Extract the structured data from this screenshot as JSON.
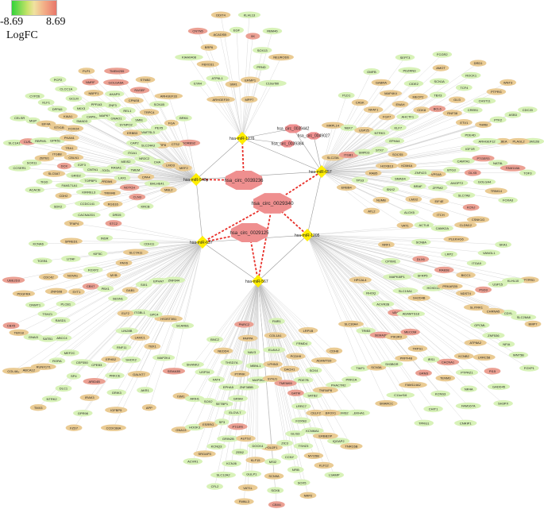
{
  "legend": {
    "min": "-8.69",
    "max": "8.69",
    "title": "LogFC"
  },
  "colors": {
    "circ": "#ef8f8f",
    "mirna": "#ffee00",
    "edge": "#bdbdbd",
    "edge_red": "#e8302a",
    "gene_green": "#d8f2b8",
    "gene_tan": "#eacb93",
    "gene_red": "#eba093"
  },
  "circrnas": [
    {
      "id": "hsa_circ_0029340",
      "key": "c340"
    },
    {
      "id": "hsa_circ_0029125",
      "key": "c125"
    },
    {
      "id": "hsa_circ_0039236",
      "key": "c236"
    },
    {
      "id": "hsa_circ_0039442",
      "key": "c442"
    },
    {
      "id": "hsa_circ_0039384",
      "key": "c384"
    },
    {
      "id": "hsa_circ_0049027",
      "key": "c027"
    }
  ],
  "mirnas": [
    {
      "id": "hsa-miR-1276",
      "key": "m1276"
    },
    {
      "id": "hsa-miR-548p",
      "key": "m548"
    },
    {
      "id": "hsa-miR-657",
      "key": "m657"
    },
    {
      "id": "hsa-miR-1205",
      "key": "m1205"
    },
    {
      "id": "hsa-miR-637",
      "key": "m637"
    },
    {
      "id": "hsa-miR-567",
      "key": "m567"
    }
  ],
  "clusters": [
    {
      "mirna": "m1276",
      "genes": [
        "NEUROD6",
        "C10orf90",
        "MPP7",
        "ARHGEF39",
        "EYA4",
        "KIAA0408",
        "CNTN5",
        "DDIT4",
        "KLHL13",
        "RBM46",
        "PRND",
        "ERMP1",
        "SIM1",
        "ATP6L1",
        "FBXO31",
        "BRP6",
        "ACADSB",
        "EGF",
        "XK",
        "SOX13"
      ]
    },
    {
      "mirna": "m548",
      "genes": [
        "SORBS2",
        "MEF2",
        "MBL2",
        "KRCB",
        "DRD5",
        "CACNA2D1",
        "SDK2",
        "ACACB",
        "CCSER1",
        "SLC1A1",
        "CELSR",
        "CYP26",
        "PCP2",
        "PLP1",
        "TMEM255",
        "STNB2",
        "ARHGEF33",
        "BRK6",
        "LMO3",
        "BHLHE41",
        "CLN3",
        "RGS16",
        "CCDC141",
        "CDH2",
        "TIGD",
        "SOX11",
        "CUS2",
        "MGP",
        "KLF1",
        "CLCC1A",
        "NMRF",
        "GOLGA6A",
        "RASEF",
        "SCN1B",
        "FGA",
        "CTS2",
        "CPA4",
        "NOTCH",
        "TRIM46",
        "KIRREL3",
        "FAM171A1",
        "SLC5A7",
        "ZBTB1",
        "RBPMS2",
        "EIF4A",
        "DPPA5",
        "GCLM",
        "NBPF1",
        "AKAP9",
        "CPNE8",
        "TRPC4",
        "PEX5",
        "DRP8",
        "CHA",
        "LAX1",
        "PRDM4",
        "TOPBP1",
        "GRID2",
        "DCK",
        "ITGB8",
        "GPR51",
        "STX1B",
        "KIAA1",
        "NKX3",
        "PPFIA3",
        "ZNF3",
        "REL1",
        "SMIE",
        "ADAMTSL3",
        "SLC24A3",
        "NR2C2",
        "TMEM",
        "OTOGL",
        "CNTN1",
        "E2F3",
        "CBLN1",
        "TRA1",
        "PKAN1",
        "FOXO4",
        "SMAD3",
        "CAPN11",
        "MAPK1",
        "GNAO1",
        "SYNPO2",
        "ERBB3",
        "CAP2",
        "ITGA1",
        "MEIS2",
        "RASA1"
      ]
    },
    {
      "mirna": "m657",
      "genes": [
        "RBM12B",
        "TOF3",
        "FOXA3",
        "CSNK1G",
        "CAMK2A",
        "VAT1",
        "ATL2",
        "ERBB4",
        "SLC23A",
        "MRPL14",
        "PLD1",
        "GMFB",
        "SEPT3",
        "FCGR2",
        "DRD1",
        "WNT3",
        "CDC20",
        "FAM118A",
        "TRIM14",
        "KCNJ",
        "ITCH",
        "ALOX5",
        "NUMB",
        "TPS3",
        "ITGB1",
        "NEK7",
        "CASK",
        "GABRA",
        "PDZRN3",
        "AMOT",
        "ROCK1",
        "PTPRG",
        "ASB3",
        "PLAGL2",
        "GOLGA4",
        "SLC7A8",
        "EIF4E",
        "LMO2",
        "SNX2",
        "RAB5",
        "SMPD3",
        "USP25",
        "NFAT1",
        "MAP4K4",
        "CIDE2",
        "SCN1A",
        "TCF4",
        "CHST11",
        "PTK2",
        "NBEA",
        "NAT8L",
        "ANGPT2",
        "ZFPM2",
        "BRAF",
        "SMAD4",
        "HOXB13",
        "STX7",
        "NTRK3",
        "FGF7",
        "ENAH",
        "MECP2",
        "TBX3",
        "GLI3",
        "CREB1",
        "THRB",
        "ARHGEF12",
        "PTGER3",
        "DLX5",
        "VPS4A",
        "ZNF423",
        "KDM4A",
        "SOCS5",
        "EPHA4",
        "KLF7",
        "AHCTF1",
        "CDK8",
        "BCL6",
        "RNF38",
        "ETV1",
        "PDE4D",
        "IGF1R",
        "CAMTA1",
        "BTG3"
      ]
    },
    {
      "mirna": "m1205",
      "genes": [
        "BMP7",
        "FOXP1",
        "SH3PX",
        "CNRIP1",
        "TPRG1",
        "SMARCC",
        "TIAF1",
        "SLC30A4",
        "HPCAL4",
        "NRF1",
        "ACTL8",
        "CLDN12",
        "SKA1",
        "PTPRD",
        "WNT5B",
        "GADD45",
        "FAM167A",
        "CHIT1",
        "C11orf16",
        "SCN3A",
        "TRIB3",
        "RHOQ",
        "CPXM1",
        "SCN8A",
        "PLEKHG6",
        "VANGL1",
        "KLHL10",
        "SLC26A8",
        "PI15",
        "NR4A",
        "KCNS3",
        "FAM114A2",
        "SH3BGR",
        "SEMA3E",
        "ACVR2B",
        "MAPK8IP1",
        "DLX6",
        "LRP2",
        "ITGA9",
        "USP15",
        "CDYL",
        "NFIA",
        "PTPRZ1",
        "TENM3",
        "GRM3",
        "PRPF4B",
        "PIK3R3",
        "VAV3",
        "SLC19A1",
        "SFRP5",
        "RAB38",
        "BICC1",
        "PSD3",
        "CHRNA5",
        "ZNF536",
        "LRRC58",
        "CACNA1",
        "IRS1",
        "TRPS1",
        "MECOM",
        "ADAMTS18",
        "SH2D4B",
        "HOXD13",
        "PRKAR2B",
        "NDST4",
        "SLITRK1",
        "OPCML",
        "ATP8A2",
        "KCNB2"
      ]
    },
    {
      "mirna": "m637",
      "genes": [
        "SCARB1",
        "SEMA3B",
        "APP",
        "CCDC88A",
        "FZD7",
        "TMX3",
        "COL4A2",
        "CBX5",
        "UBE2D3",
        "KCNA6",
        "TFAP4",
        "STC2",
        "CDH11",
        "ZNF644",
        "MAP2K4",
        "AKR1",
        "IGFBP5",
        "GPR98",
        "NTRK2",
        "ABCA12",
        "TBX18",
        "PDGFRA",
        "TCEB1",
        "SPRED1",
        "INSR",
        "SLC7A11",
        "EPHA7",
        "HS3ST3B1",
        "GALNT7",
        "GRIK3",
        "IRAK3",
        "DLC1",
        "RUNX1T1",
        "GNAI3",
        "DNMT1",
        "CDC42",
        "LITAF",
        "KIF5C",
        "PAX6",
        "SIX1",
        "GPC4",
        "TBX1",
        "PRKCE",
        "ARID4B",
        "SP4",
        "RORA",
        "SATB1",
        "TSHZ1",
        "ZNF608",
        "NOVA1",
        "FOXP2",
        "MYB",
        "GAB1",
        "ITGBL1",
        "LAMC1",
        "SHOX2",
        "CPEB3",
        "CEP350",
        "MEF2C",
        "ABCC4",
        "RASD1",
        "PLCB1",
        "SYT1",
        "CBX7",
        "PBX1",
        "SESN1",
        "ELF2",
        "LIN28B",
        "RNF11",
        "EPHB2"
      ]
    },
    {
      "mirna": "m567",
      "genes": [
        "PLEKHA1",
        "TNRC6B",
        "LSAMP",
        "NRP2",
        "CBX6",
        "FMNL3",
        "CFL2",
        "ACVR1",
        "GNA13",
        "ISM1",
        "SHANK2",
        "BNC2",
        "PNRC2",
        "FMR1",
        "LRP1B",
        "CDH8",
        "PRKCA",
        "IQGAP2",
        "KLF12",
        "SOX5",
        "SOX6",
        "VAT1L",
        "SLC12A2",
        "SRGAP3",
        "HOOK3",
        "ARIH1",
        "USP34",
        "NEDD4",
        "PAPPA",
        "COL1A1",
        "FRMD4",
        "ADAMTS9",
        "PHACTR2",
        "RIMS2",
        "MYO5B",
        "NFIB",
        "SCN9A",
        "GULP1",
        "KCNJ6",
        "KCNQ3",
        "ESRRG",
        "SOX2",
        "FAT4",
        "THSD7A",
        "NAV3",
        "ELAVL2",
        "PCDH9",
        "SOX4",
        "TNFAIP8",
        "RBFOX1",
        "ERBB2IP",
        "CCNY",
        "MSI2",
        "KLF15",
        "ZEB2",
        "GRIN2B",
        "SP3",
        "SETBP1",
        "EPHA5",
        "PTPRK",
        "MBNL1",
        "LPHN3",
        "DACH1",
        "PDE7B",
        "SATB2",
        "CELF2",
        "KCNMA1",
        "TSHZ3",
        "POU2F1",
        "DOCK4",
        "AUTS2",
        "PTGFR",
        "ELOVL7",
        "GRIA4",
        "ZNF385B",
        "MAP3K2",
        "SYNJ1",
        "TMEM65",
        "GATM",
        "LRRC7",
        "FOXN3",
        "GLIS3",
        "ZIC3"
      ]
    }
  ]
}
